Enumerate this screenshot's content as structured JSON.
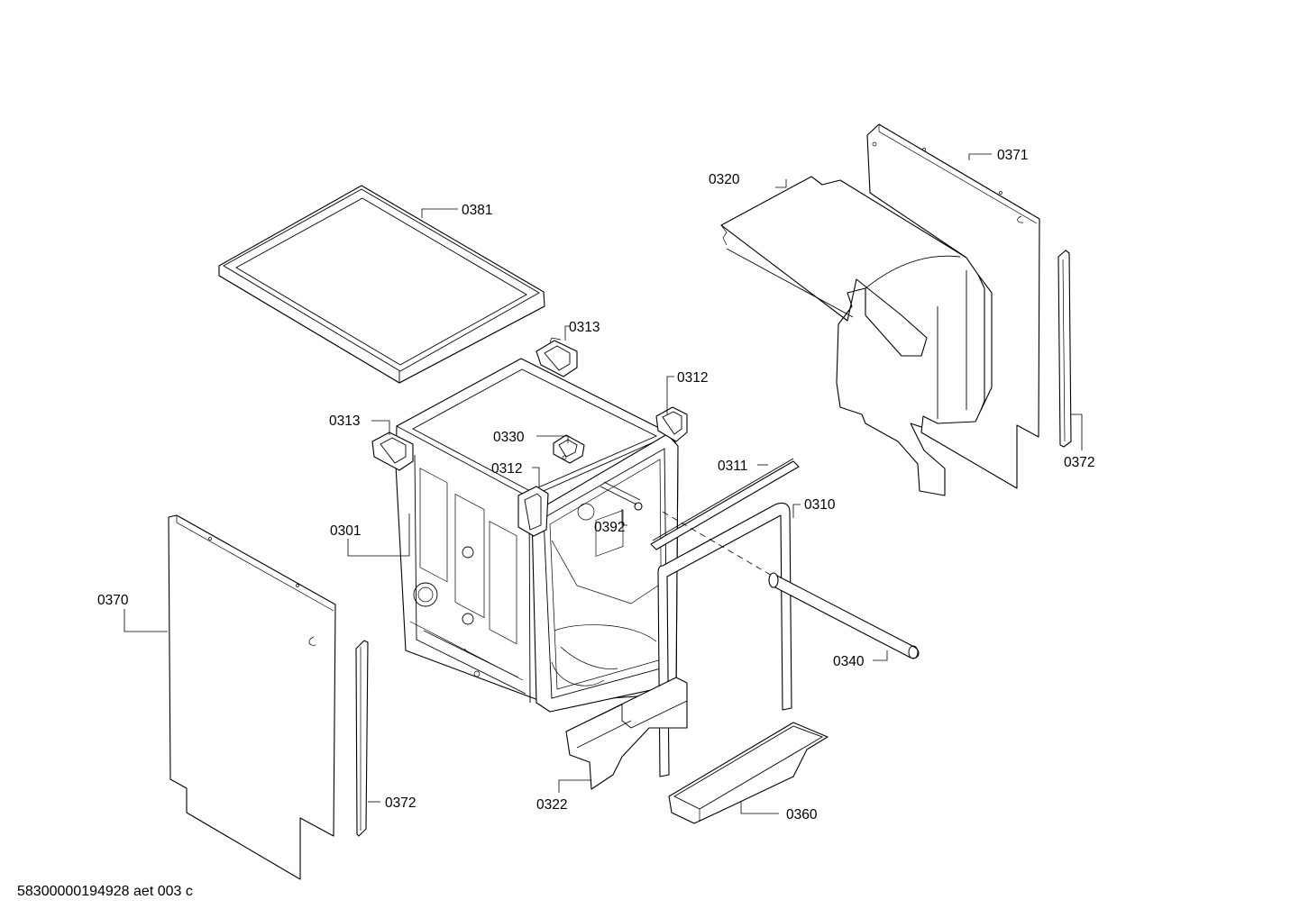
{
  "footer_code": "58300000194928 aet 003 c",
  "labels": {
    "p0381": "0381",
    "p0313a": "0313",
    "p0313b": "0313",
    "p0312a": "0312",
    "p0312b": "0312",
    "p0330": "0330",
    "p0301": "0301",
    "p0392": "0392",
    "p0311": "0311",
    "p0310": "0310",
    "p0340": "0340",
    "p0370": "0370",
    "p0372a": "0372",
    "p0372b": "0372",
    "p0322": "0322",
    "p0360": "0360",
    "p0320": "0320",
    "p0371": "0371"
  }
}
